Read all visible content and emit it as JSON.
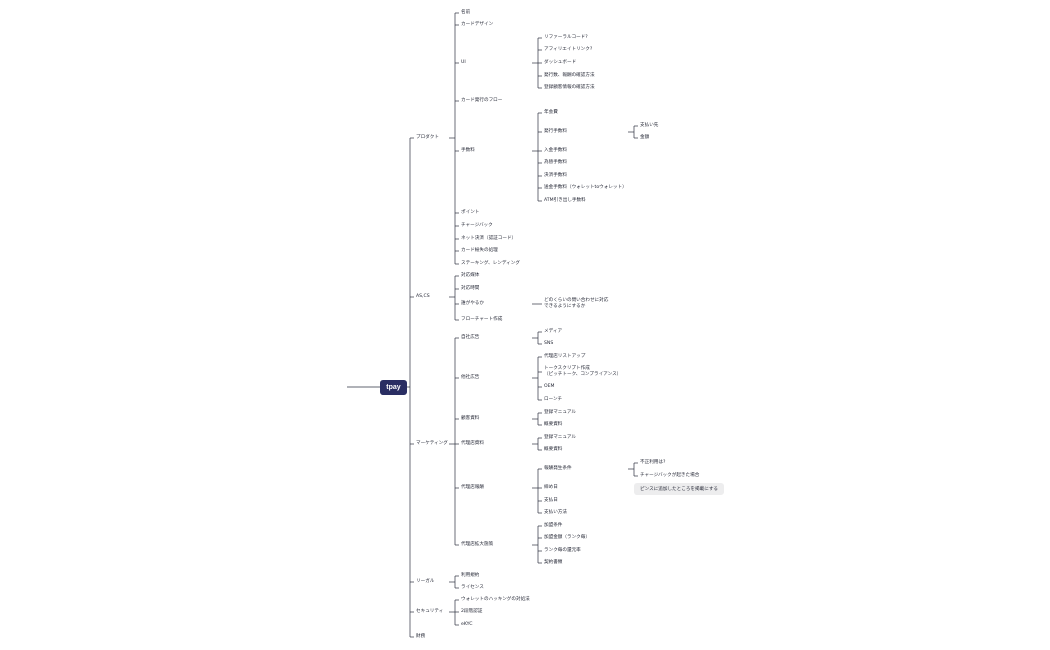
{
  "mindmap": {
    "root": "tpay",
    "note": "ピンスに追加したところを掲載にする",
    "labels": {
      "product": "プロダクト",
      "name": "名前",
      "card_design": "カードデザイン",
      "ui": "UI",
      "referral_code": "リファーラルコード?",
      "affiliate_link": "アフィリエイトリンク?",
      "dashboard": "ダッシュボード",
      "issued_count": "発行数、報酬の確認方法",
      "registrant_info": "登録顧客情報の確認方法",
      "card_flow": "カード発行のフロー",
      "fees": "手数料",
      "annual_fee": "年会費",
      "issuance_fee": "発行手数料",
      "payee": "支払い先",
      "amount": "金額",
      "deposit_fee": "入金手数料",
      "fx_fee": "為替手数料",
      "payment_fee": "決済手数料",
      "transfer_fee": "送金手数料（ウォレットtoウォレット）",
      "atm_fee": "ATM引き出し手数料",
      "points": "ポイント",
      "chargeback": "チャージバック",
      "net_payment": "ネット決済（認証コード）",
      "card_loss": "カード紛失の処理",
      "staking": "ステーキング、レンディング",
      "cs": "AS,CS",
      "support_medium": "対応媒体",
      "support_hours": "対応時間",
      "who_handles": "誰がやるか",
      "inquiry_volume": "どのくらいの問い合わせに対応\nできるようにするか",
      "flowchart": "フローチャート作成",
      "marketing": "マーケティング",
      "own_ads": "自社広告",
      "media": "メディア",
      "sns": "SNS",
      "other_ads": "他社広告",
      "agency_list": "代理店リストアップ",
      "talk_script": "トークスクリプト作成\n（ピッチトーク、コンプライアンス）",
      "oem": "OEM",
      "launch": "ローンチ",
      "customer_docs": "顧客資料",
      "reg_manual_1": "登録マニュアル",
      "overview_1": "概要資料",
      "agency_docs": "代理店資料",
      "reg_manual_2": "登録マニュアル",
      "overview_2": "概要資料",
      "agency_reward": "代理店報酬",
      "reward_conditions": "報酬発生条件",
      "fraud": "不正利用は?",
      "chargeback_case": "チャージバックが起きた場合",
      "closing_date": "締め日",
      "payment_date": "支払日",
      "payment_method": "支払い方法",
      "agency_growth": "代理店拡大施策",
      "bonus_conditions": "加盟条件",
      "bonus_amount": "加盟金額（ランク毎）",
      "rank_return": "ランク毎の還元率",
      "contract": "契約書類",
      "legal": "リーガル",
      "terms": "利用規約",
      "license": "ライセンス",
      "security": "セキュリティ",
      "wallet_hacking": "ウォレットのハッキングの対処法",
      "two_factor": "2段階認証",
      "ekyc": "eKYC",
      "other": "財務"
    }
  }
}
